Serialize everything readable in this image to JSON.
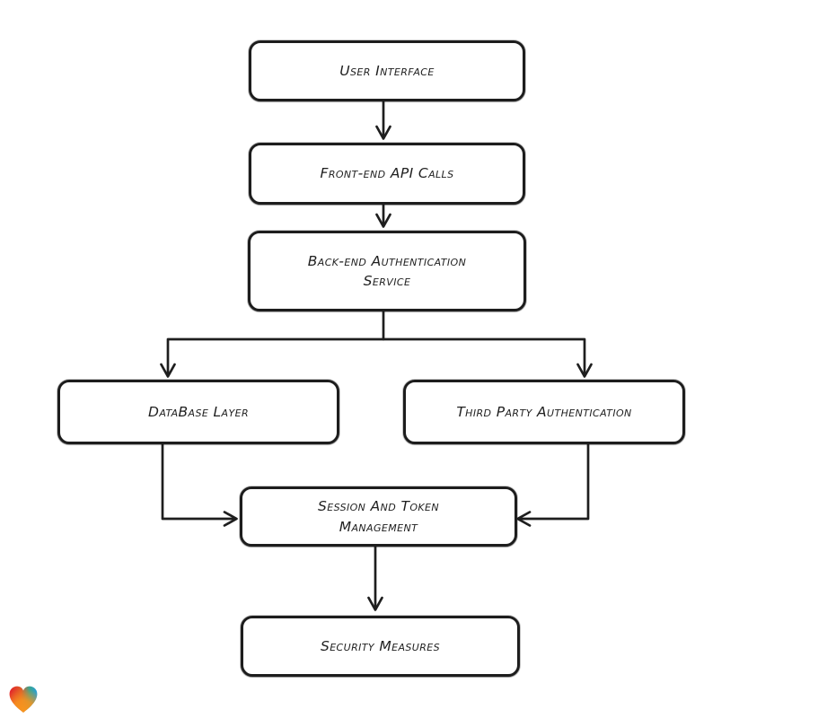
{
  "diagram": {
    "type": "flowchart",
    "style": "hand-drawn",
    "stroke_color": "#1e1e1e",
    "node_fill": "#ffffff",
    "nodes": [
      {
        "id": "user-interface",
        "label": "User Interface"
      },
      {
        "id": "front-end-api-calls",
        "label": "Front-end API Calls"
      },
      {
        "id": "back-end-authentication-service",
        "label": "Back-end Authentication Service"
      },
      {
        "id": "database-layer",
        "label": "DataBase Layer"
      },
      {
        "id": "third-party-authentication",
        "label": "Third Party Authentication"
      },
      {
        "id": "session-and-token-management",
        "label": "Session And Token Management"
      },
      {
        "id": "security-measures",
        "label": "Security Measures"
      }
    ],
    "edges": [
      {
        "from": "user-interface",
        "to": "front-end-api-calls"
      },
      {
        "from": "front-end-api-calls",
        "to": "back-end-authentication-service"
      },
      {
        "from": "back-end-authentication-service",
        "to": "database-layer"
      },
      {
        "from": "back-end-authentication-service",
        "to": "third-party-authentication"
      },
      {
        "from": "database-layer",
        "to": "session-and-token-management"
      },
      {
        "from": "third-party-authentication",
        "to": "session-and-token-management"
      },
      {
        "from": "session-and-token-management",
        "to": "security-measures"
      }
    ]
  },
  "footer": {
    "logo": "gradient-heart",
    "logo_colors": {
      "red": "#e3242b",
      "orange": "#f7941e",
      "teal": "#3aa48f",
      "blue": "#2b9fd8"
    }
  }
}
